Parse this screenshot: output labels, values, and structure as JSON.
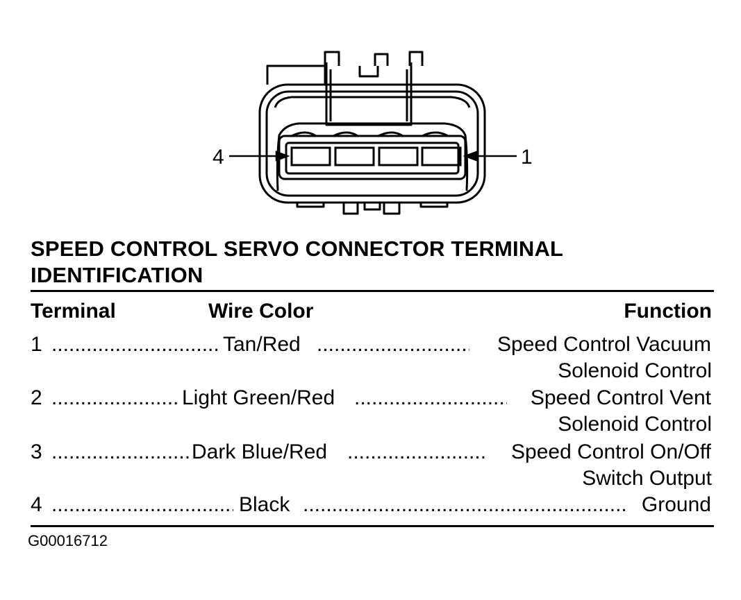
{
  "diagram": {
    "left_callout": "4",
    "right_callout": "1"
  },
  "title": {
    "line1": "SPEED CONTROL SERVO CONNECTOR TERMINAL",
    "line2": "IDENTIFICATION"
  },
  "table": {
    "headers": {
      "terminal": "Terminal",
      "wire_color": "Wire Color",
      "function": "Function"
    },
    "rows": [
      {
        "terminal": "1",
        "wire_color": "Tan/Red",
        "function": "Speed Control Vacuum",
        "function_cont": "Solenoid Control"
      },
      {
        "terminal": "2",
        "wire_color": "Light Green/Red",
        "function": "Speed Control Vent",
        "function_cont": "Solenoid Control"
      },
      {
        "terminal": "3",
        "wire_color": "Dark Blue/Red",
        "function": "Speed Control On/Off",
        "function_cont": "Switch Output"
      },
      {
        "terminal": "4",
        "wire_color": "Black",
        "function": "Ground",
        "function_cont": ""
      }
    ]
  },
  "figure_id": "G00016712"
}
